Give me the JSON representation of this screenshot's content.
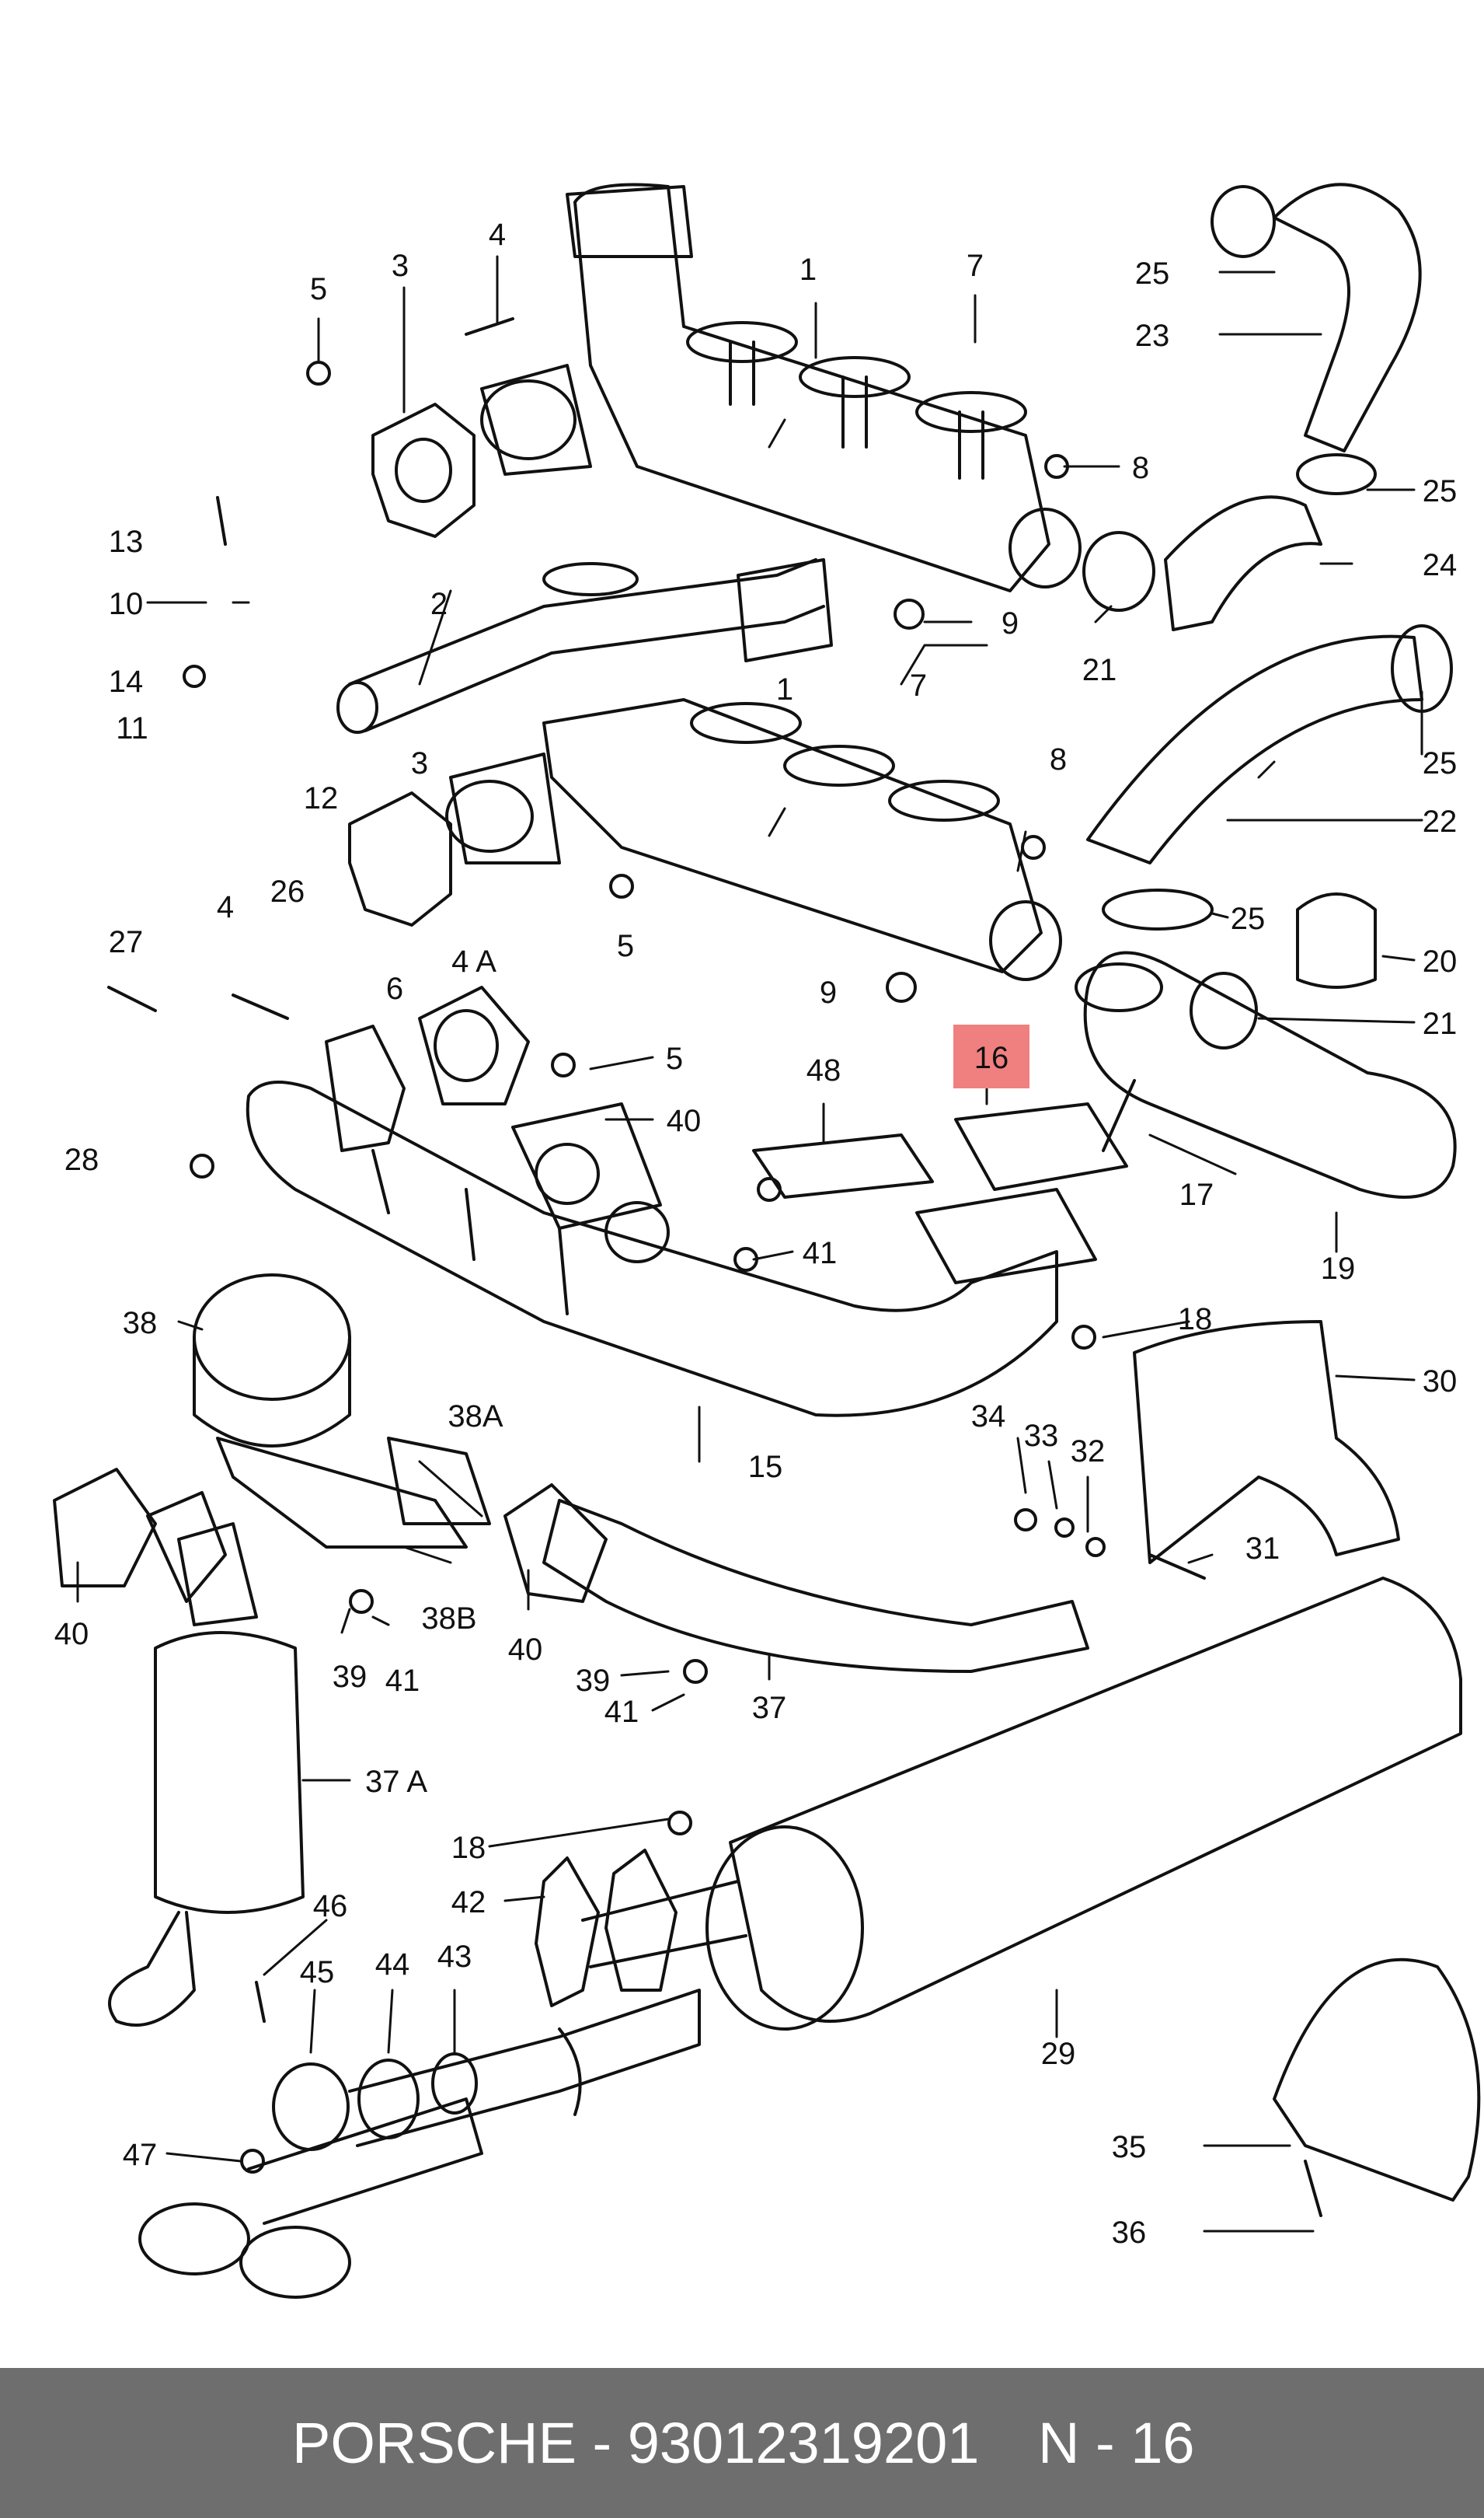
{
  "labels": {
    "l1a": "1",
    "l1b": "1",
    "l2": "2",
    "l3a": "3",
    "l3b": "3",
    "l4a": "4",
    "l4b": "4",
    "l4A": "4 A",
    "l5a": "5",
    "l5b": "5",
    "l5c": "5",
    "l6": "6",
    "l7a": "7",
    "l7b": "7",
    "l8a": "8",
    "l8b": "8",
    "l9a": "9",
    "l9b": "9",
    "l10": "10",
    "l11": "11",
    "l12": "12",
    "l13": "13",
    "l14": "14",
    "l15": "15",
    "l16": "16",
    "l17": "17",
    "l18a": "18",
    "l18b": "18",
    "l19": "19",
    "l20": "20",
    "l21a": "21",
    "l21b": "21",
    "l22": "22",
    "l23": "23",
    "l24": "24",
    "l25a": "25",
    "l25b": "25",
    "l25c": "25",
    "l25d": "25",
    "l26": "26",
    "l27": "27",
    "l28": "28",
    "l29": "29",
    "l30": "30",
    "l31": "31",
    "l32": "32",
    "l33": "33",
    "l34": "34",
    "l35": "35",
    "l36": "36",
    "l37": "37",
    "l37A": "37 A",
    "l38": "38",
    "l38A": "38A",
    "l38B": "38B",
    "l39a": "39",
    "l39b": "39",
    "l40a": "40",
    "l40b": "40",
    "l40c": "40",
    "l41a": "41",
    "l41b": "41",
    "l41c": "41",
    "l42": "42",
    "l43": "43",
    "l44": "44",
    "l45": "45",
    "l46": "46",
    "l47": "47",
    "l48": "48"
  },
  "highlight": {
    "label": "16",
    "color": "#f08080"
  },
  "footer": {
    "part": "PORSCHE - 93012319201",
    "page": "N - 16",
    "background": "#6e6e6e"
  }
}
